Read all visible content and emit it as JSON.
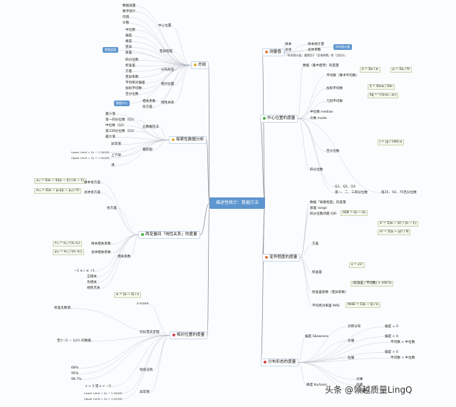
{
  "center": "描述性统计：数据方法",
  "branches": {
    "overview": "总结",
    "measure": "测量值",
    "central": "中心位置的度量",
    "explore": "探索性数据分析",
    "variability": "变异程度的度量",
    "association": "两变量间「线性关系」的度量",
    "relative": "相对位置的度量",
    "shape": "分布形态的度量"
  },
  "overview": {
    "tag_chart": "数据层面",
    "tag_table": "数据中心",
    "items": [
      "数据层面",
      "数字统计",
      "均值",
      "众数",
      "中位数",
      "偏度",
      "峰度",
      "变异",
      "极差",
      "四分位数",
      "标准差",
      "方差",
      "变异系数",
      "平均绝对偏差",
      "加权平均数",
      "百分位数",
      "相关系数",
      "协方差"
    ],
    "groups": [
      "中心位置",
      "变异程度",
      "分布形态",
      "相对位置",
      "线性关系"
    ]
  },
  "measure": {
    "items": [
      "样本",
      "总体",
      "样本统计量",
      "总体参数",
      "「样本统计量」通常用于「总体参数」的「点估计」"
    ],
    "tag": "样本统计量"
  },
  "central": {
    "title": "数据（集中趋势）的度量",
    "mean": "平均数（算术平均数）",
    "weighted": "加权平均数",
    "geometric": "几何平均数",
    "median": "中位数 median",
    "mode": "众数 mode",
    "percentile": "百分位数",
    "quartile": "四分位数",
    "q_labels": "Q1、Q2、Q3",
    "q_note": "第一、二、三四分位数",
    "q_pct": "第25、50、75百分位数",
    "f_mean_s": "x̄ = Σxᵢ / n",
    "f_mean_p": "μ = Σxᵢ / N",
    "f_weighted": "x̄ = Σwᵢxᵢ / Σwᵢ",
    "f_geometric": "x̄g = ⁿ√(x₁x₂…xₙ)",
    "f_pct": "i = (p / 100) n"
  },
  "explore": {
    "five": "五数概括法",
    "box": "箱形图",
    "items": [
      "最小值",
      "第一四分位数（Q1）",
      "中位数（Q2）",
      "第三四分位数（Q3）",
      "最大值",
      "异常值",
      "上下限",
      "须"
    ],
    "limits": [
      "Lower Limit = Q₁ − 1.5(IQR)",
      "Upper Limit = Q₃ + 1.5(IQR)"
    ]
  },
  "variability": {
    "title": "数据「离散程度」的度量",
    "range": "极差 range",
    "iqr": "四分位数间距 IQR",
    "variance": "方差",
    "sd": "标准差",
    "cv": "标准差系数（变异系数）",
    "mad": "平均绝对离差 MAE",
    "f_iqr": "IQR = Q₃ − Q₁",
    "f_var_s": "s² = Σ(xᵢ − x̄)² / (n − 1)",
    "f_var_p": "σ² = Σ(xᵢ − μ)² / N",
    "f_sd": "s = √s²",
    "f_cv": "(标准差 / 平均数) × 100 %",
    "f_mad": "MAE = Σ|xᵢ − x̄| / n"
  },
  "association": {
    "cov": "协方差",
    "corr": "相关系数",
    "f_cov_s": "sₓᵧ = Σ(xᵢ − x̄)(yᵢ − ȳ) / (n − 1)",
    "f_cov_p": "σₓᵧ = Σ(xᵢ − μₓ)(yᵢ − μᵧ) / N",
    "f_corr_s": "rₓᵧ = sₓᵧ / (sₓ sᵧ)",
    "f_corr_p": "ρₓᵧ = σₓᵧ / (σₓ σᵧ)",
    "range_note": "−1 ≤ r ≤ +1",
    "items": [
      "样本协方差",
      "总体协方差",
      "样本相关系数",
      "总体相关系数",
      "正相关",
      "负相关",
      "线性无关"
    ]
  },
  "relative": {
    "z": "z-score",
    "cheb": "切比雪夫定理",
    "emp": "经验法则",
    "outlier": "异常值",
    "f_z": "zᵢ = (xᵢ − x̄) / s",
    "items": [
      "标准化数值",
      "至少 (1 − 1/z²) 的数据",
      "68%",
      "95%",
      "99.7%",
      "z > 3 或 z < −3",
      "Lower Limit = Q₁ − 1.5(IQR)",
      "Upper Limit = Q₃ + 1.5(IQR)"
    ]
  },
  "shape": {
    "skew": "偏度 Skewness",
    "kurt": "峰度 Kurtosis",
    "items": [
      "对称分布",
      "左偏",
      "右偏",
      "偏度 = 0",
      "偏度 < 0",
      "偏度 > 0",
      "平均数 < 中位数",
      "平均数 > 中位数",
      "尖峰",
      "低峰",
      "正态峰"
    ]
  },
  "watermark": "头条 @领越质量LingQ"
}
